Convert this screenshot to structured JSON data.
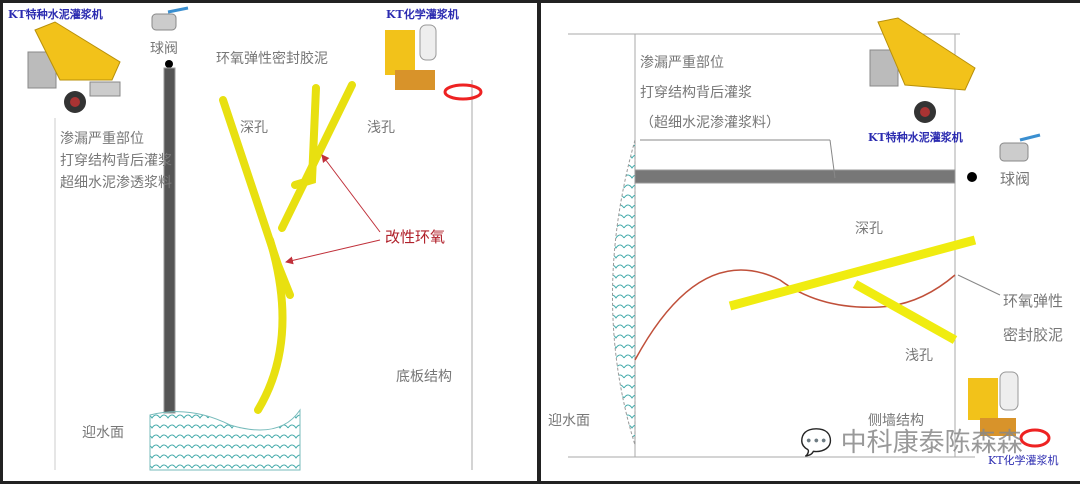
{
  "left": {
    "cement_machine_label": "KT特种水泥灌浆机",
    "chemical_machine_label": "KT化学灌浆机",
    "ball_valve": "球阀",
    "sealant": "环氧弹性密封胶泥",
    "deep_hole": "深孔",
    "shallow_hole": "浅孔",
    "modified_epoxy": "改性环氧",
    "grout_note": [
      "渗漏严重部位",
      "打穿结构背后灌浆",
      "超细水泥渗透浆料"
    ],
    "water_side": "迎水面",
    "structure": "底板结构"
  },
  "right": {
    "cement_machine_label": "KT特种水泥灌浆机",
    "chemical_machine_label": "KT化学灌浆机",
    "ball_valve": "球阀",
    "grout_note": [
      "渗漏严重部位",
      "打穿结构背后灌浆",
      "（超细水泥渗灌浆料）"
    ],
    "deep_hole": "深孔",
    "shallow_hole": "浅孔",
    "sealant": [
      "环氧弹性",
      "密封胶泥"
    ],
    "water_side": "迎水面",
    "structure": "侧墙结构"
  },
  "watermark": "中科康泰陈森森",
  "colors": {
    "tube": "#f5f020",
    "pipe": "#555555",
    "arrow": "#c0303a",
    "label_blue": "#2b2bb0",
    "machine": "#f2c21a"
  }
}
